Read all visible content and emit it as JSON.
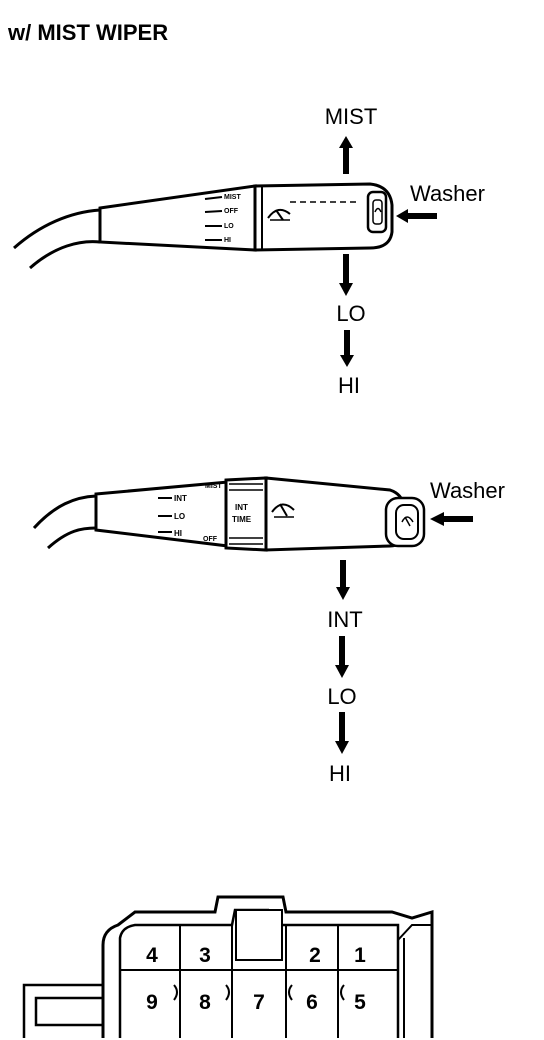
{
  "title": "w/ MIST WIPER",
  "switch1": {
    "up_label": "MIST",
    "washer_label": "Washer",
    "down_labels": [
      "LO",
      "HI"
    ],
    "detents": [
      "MIST",
      "OFF",
      "LO",
      "HI"
    ]
  },
  "switch2": {
    "washer_label": "Washer",
    "down_labels": [
      "INT",
      "LO",
      "HI"
    ],
    "detents": [
      "MIST",
      "INT",
      "LO",
      "HI",
      "OFF"
    ],
    "ring_label_1": "INT",
    "ring_label_2": "TIME"
  },
  "connector": {
    "pins_top": [
      "4",
      "3",
      "2",
      "1"
    ],
    "pins_bottom": [
      "9",
      "8",
      "7",
      "6",
      "5"
    ]
  }
}
